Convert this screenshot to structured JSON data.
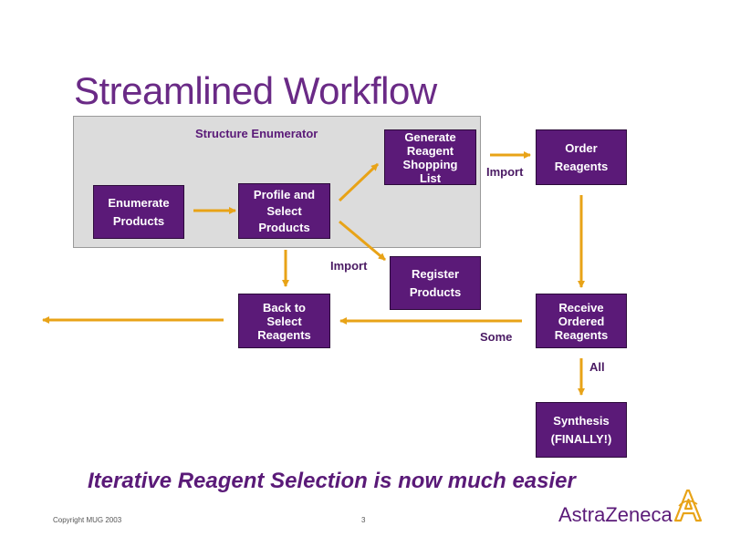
{
  "slide": {
    "title": "Streamlined Workflow",
    "tagline": "Iterative Reagent Selection is now much easier",
    "copyright": "Copyright MUG 2003",
    "page_number": "3",
    "logo_text": "AstraZeneca"
  },
  "diagram": {
    "group_label": "Structure Enumerator",
    "nodes": {
      "enumerate": "Enumerate\nProducts",
      "profile": "Profile and\nSelect\nProducts",
      "generate": "Generate\nReagent\nShopping\nList",
      "order": "Order\nReagents",
      "register": "Register\nProducts",
      "back": "Back to\nSelect\nReagents",
      "receive": "Receive\nOrdered\nReagents",
      "synthesis": "Synthesis\n(FINALLY!)"
    },
    "edge_labels": {
      "import_order": "Import",
      "import_register": "Import",
      "some": "Some",
      "all": "All"
    }
  },
  "colors": {
    "title": "#6a2a86",
    "node_fill": "#5b1a78",
    "arrow": "#e8a317",
    "group_fill": "#dcdcdc"
  }
}
